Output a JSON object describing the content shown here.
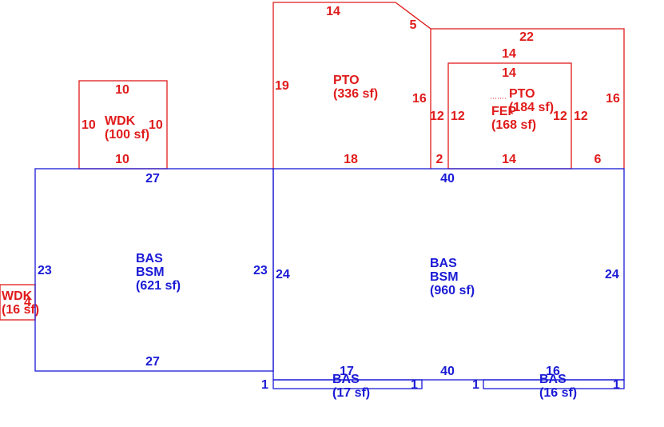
{
  "colors": {
    "red": "#e01b1b",
    "blue": "#1a1ad6",
    "background": "#ffffff"
  },
  "areas": {
    "wdk_top": {
      "code": "WDK",
      "area": "(100 sf)",
      "dims": {
        "top": "10",
        "bottom": "10",
        "left": "10",
        "right": "10"
      }
    },
    "pto_main": {
      "code": "PTO",
      "area": "(336 sf)",
      "dims": {
        "top": "14",
        "diag": "5",
        "left": "19",
        "right": "16",
        "bottom": "18"
      }
    },
    "pto_right": {
      "code": "PTO",
      "area": "(184 sf)",
      "dims": {
        "top": "22",
        "right": "16",
        "left": "12",
        "bottom_left": "2",
        "bottom_right": "6"
      }
    },
    "fep": {
      "code": "FEP",
      "area": "(168 sf)",
      "dims": {
        "top_outer": "14",
        "top_inner": "14",
        "left": "12",
        "right": "12",
        "bottom": "14"
      }
    },
    "wdk_left": {
      "code": "WDK",
      "area": "(16 sf)",
      "dims": {
        "side": "4"
      }
    },
    "bas_left": {
      "lines": [
        "BAS",
        "BSM"
      ],
      "area": "(621 sf)",
      "dims": {
        "top": "27",
        "bottom": "27",
        "left": "23",
        "right": "23"
      }
    },
    "bas_right": {
      "lines": [
        "BAS",
        "BSM"
      ],
      "area": "(960 sf)",
      "dims": {
        "top": "40",
        "bottom": "40",
        "left": "24",
        "right": "24"
      }
    },
    "bas_small_left": {
      "code": "BAS",
      "area": "(17 sf)",
      "dims": {
        "top": "17",
        "left": "1",
        "right": "1"
      }
    },
    "bas_small_right": {
      "code": "BAS",
      "area": "(16 sf)",
      "dims": {
        "top": "16",
        "left": "1",
        "right": "1"
      }
    }
  }
}
